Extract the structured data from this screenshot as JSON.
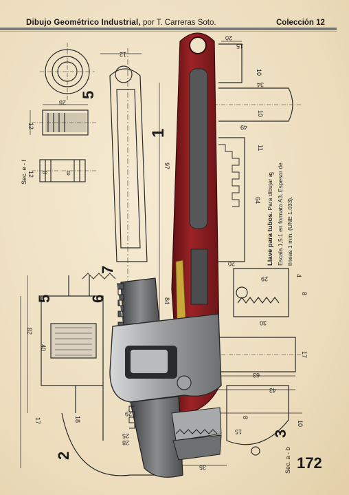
{
  "header": {
    "title_bold": "Dibujo Geométrico Industrial,",
    "title_rest": " por T. Carreras Soto.",
    "collection": "Colección 12"
  },
  "caption": {
    "title": "Llave para tubos.",
    "line1_rest": " Para dibujar a",
    "line2": "Escala 1,5:1 en formato A3. Espesor de",
    "line3": "líneas 1 mm. (UNE 1.033)."
  },
  "page_number": "172",
  "section_labels": {
    "sec_ef": "Sec. e - f",
    "sec_ab": "Sec. a - b"
  },
  "part_numbers": [
    "1",
    "2",
    "3",
    "5",
    "5",
    "6",
    "7"
  ],
  "dimensions": [
    "12",
    "20",
    "15",
    "10",
    "28",
    "12",
    "34",
    "10",
    "49",
    "97",
    "8",
    "8",
    "64",
    "5",
    "20",
    "29",
    "30",
    "84",
    "82",
    "40",
    "63",
    "43",
    "17",
    "18",
    "29",
    "28",
    "25",
    "15",
    "35",
    "10",
    "8",
    "17",
    "4",
    "8",
    "11",
    "12"
  ],
  "colors": {
    "paper": "#efe3c8",
    "handle_red": "#8c1c1e",
    "jaw_gray": "#6b6d6f",
    "brass": "#c9a83a",
    "line": "#2a2a2a"
  }
}
